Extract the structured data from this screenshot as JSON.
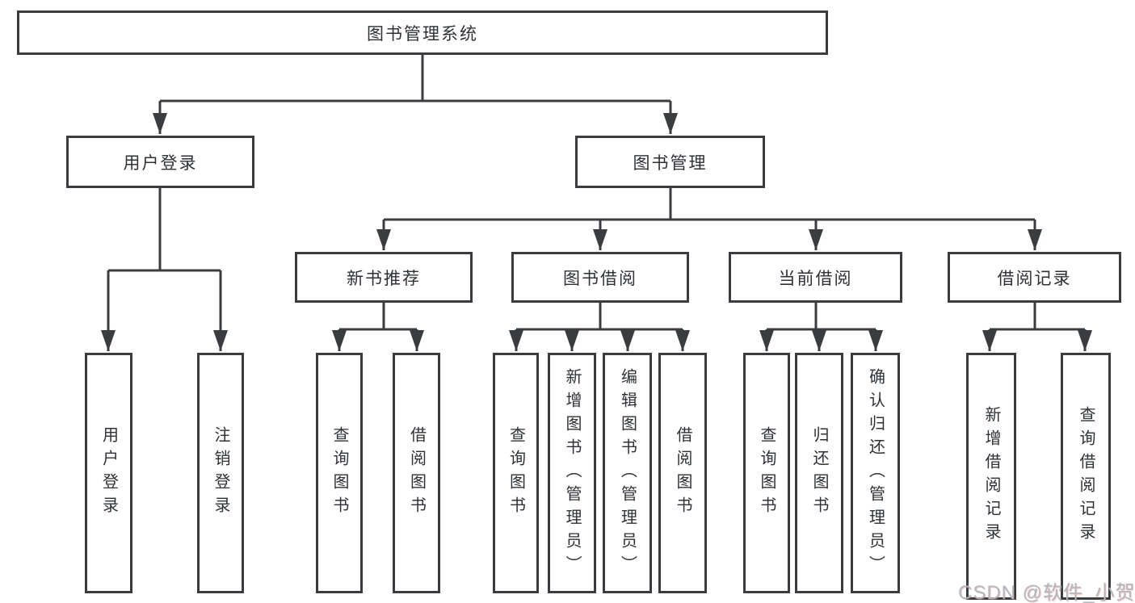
{
  "tree": {
    "root": {
      "label": "图书管理系统"
    },
    "branches": [
      {
        "label": "用户登录",
        "children": [
          {
            "label": "用户登录"
          },
          {
            "label": "注销登录"
          }
        ]
      },
      {
        "label": "图书管理",
        "children": [
          {
            "label": "新书推荐",
            "children": [
              {
                "label": "查询图书"
              },
              {
                "label": "借阅图书"
              }
            ]
          },
          {
            "label": "图书借阅",
            "children": [
              {
                "label": "查询图书"
              },
              {
                "label": "新增图书（管理员）"
              },
              {
                "label": "编辑图书（管理员）"
              },
              {
                "label": "借阅图书"
              }
            ]
          },
          {
            "label": "当前借阅",
            "children": [
              {
                "label": "查询图书"
              },
              {
                "label": "归还图书"
              },
              {
                "label": "确认归还（管理员）"
              }
            ]
          },
          {
            "label": "借阅记录",
            "children": [
              {
                "label": "新增借阅记录"
              },
              {
                "label": "查询借阅记录"
              }
            ]
          }
        ]
      }
    ]
  },
  "watermark": "CSDN @软件_小贺同学",
  "colors": {
    "line": "#3a3c3f",
    "text": "#2e3135",
    "watermark": "#b3b7be",
    "background": "#ffffff"
  }
}
